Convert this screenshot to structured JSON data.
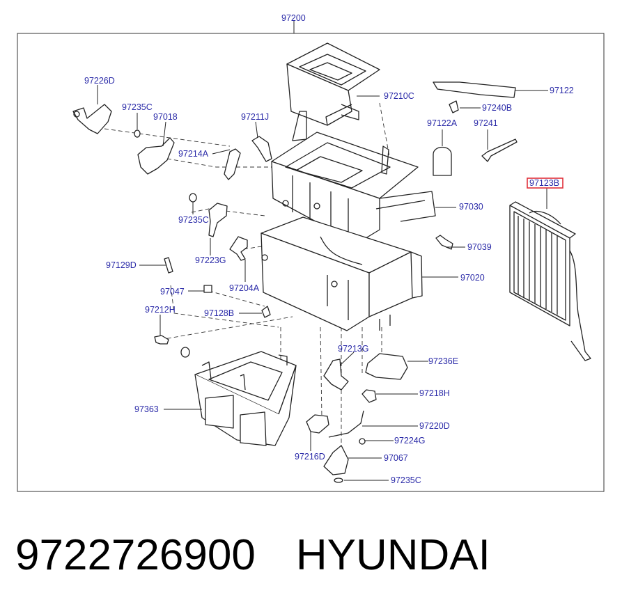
{
  "diagram": {
    "labels": {
      "top": "97200",
      "p97226D": "97226D",
      "p97235C_a": "97235C",
      "p97018": "97018",
      "p97214A": "97214A",
      "p97211J": "97211J",
      "p97210C": "97210C",
      "p97122": "97122",
      "p97240B": "97240B",
      "p97122A": "97122A",
      "p97241": "97241",
      "p97123B": "97123B",
      "p97235C_b": "97235C",
      "p97030": "97030",
      "p97223G": "97223G",
      "p97039": "97039",
      "p97129D": "97129D",
      "p97204A": "97204A",
      "p97020": "97020",
      "p97047": "97047",
      "p97212H": "97212H",
      "p97128B": "97128B",
      "p97213G": "97213G",
      "p97236E": "97236E",
      "p97218H": "97218H",
      "p97363": "97363",
      "p97220D": "97220D",
      "p97224G": "97224G",
      "p97216D": "97216D",
      "p97067": "97067",
      "p97235C_c": "97235C"
    },
    "highlighted_part": "97123B",
    "highlight_color": "#e0303a",
    "label_color": "#2a2aa8"
  },
  "footer": {
    "part_number": "9722726900",
    "brand": "HYUNDAI"
  }
}
